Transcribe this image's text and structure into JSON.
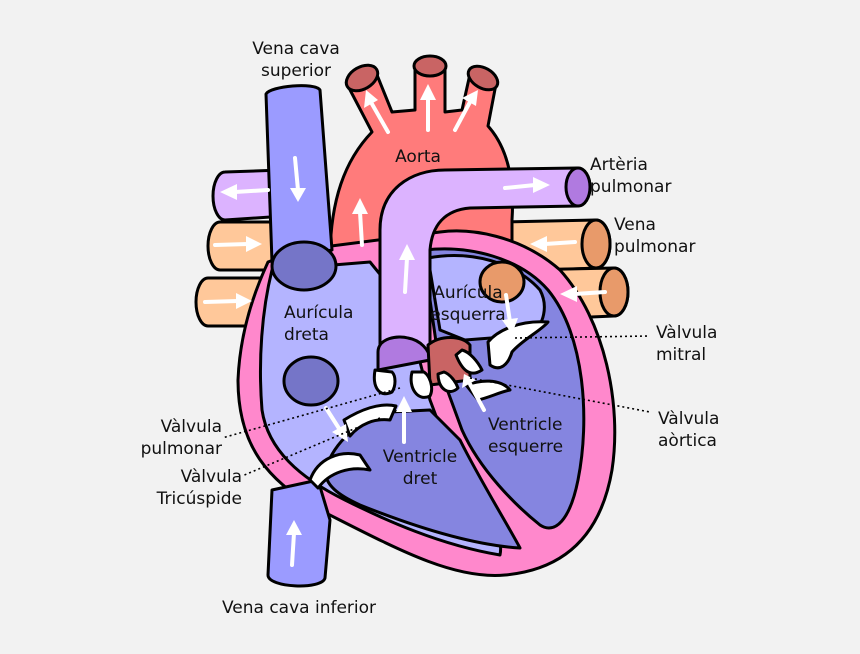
{
  "colors": {
    "background": "#f2f2f2",
    "vena_cava": "#9b9bff",
    "aorta": "#ff7b7b",
    "pulmonary_artery": "#dcb3ff",
    "pulmonary_vein": "#ffc89a",
    "pulmonary_vein_end": "#e89a6a",
    "wall": "#ff88cc",
    "right_chambers": "#b4b4ff",
    "left_chambers": "#8585e0",
    "valve_dark": "#c96464"
  },
  "labels": {
    "vena_cava_superior": [
      "Vena cava",
      "superior"
    ],
    "aorta": [
      "Aorta"
    ],
    "arteria_pulmonar": [
      "Artèria",
      "pulmonar"
    ],
    "vena_pulmonar": [
      "Vena",
      "pulmonar"
    ],
    "auricula_dreta": [
      "Aurícula",
      "dreta"
    ],
    "auricula_esquerra": [
      "Aurícula",
      "esquerra"
    ],
    "valvula_mitral": [
      "Vàlvula",
      "mitral"
    ],
    "valvula_pulmonar": [
      "Vàlvula",
      "pulmonar"
    ],
    "valvula_aortica": [
      "Vàlvula",
      "aòrtica"
    ],
    "valvula_tricuspide": [
      "Vàlvula",
      "Tricúspide"
    ],
    "ventricle_dret": [
      "Ventricle",
      "dret"
    ],
    "ventricle_esquerre": [
      "Ventricle",
      "esquerre"
    ],
    "vena_cava_inferior": [
      "Vena cava inferior"
    ]
  }
}
